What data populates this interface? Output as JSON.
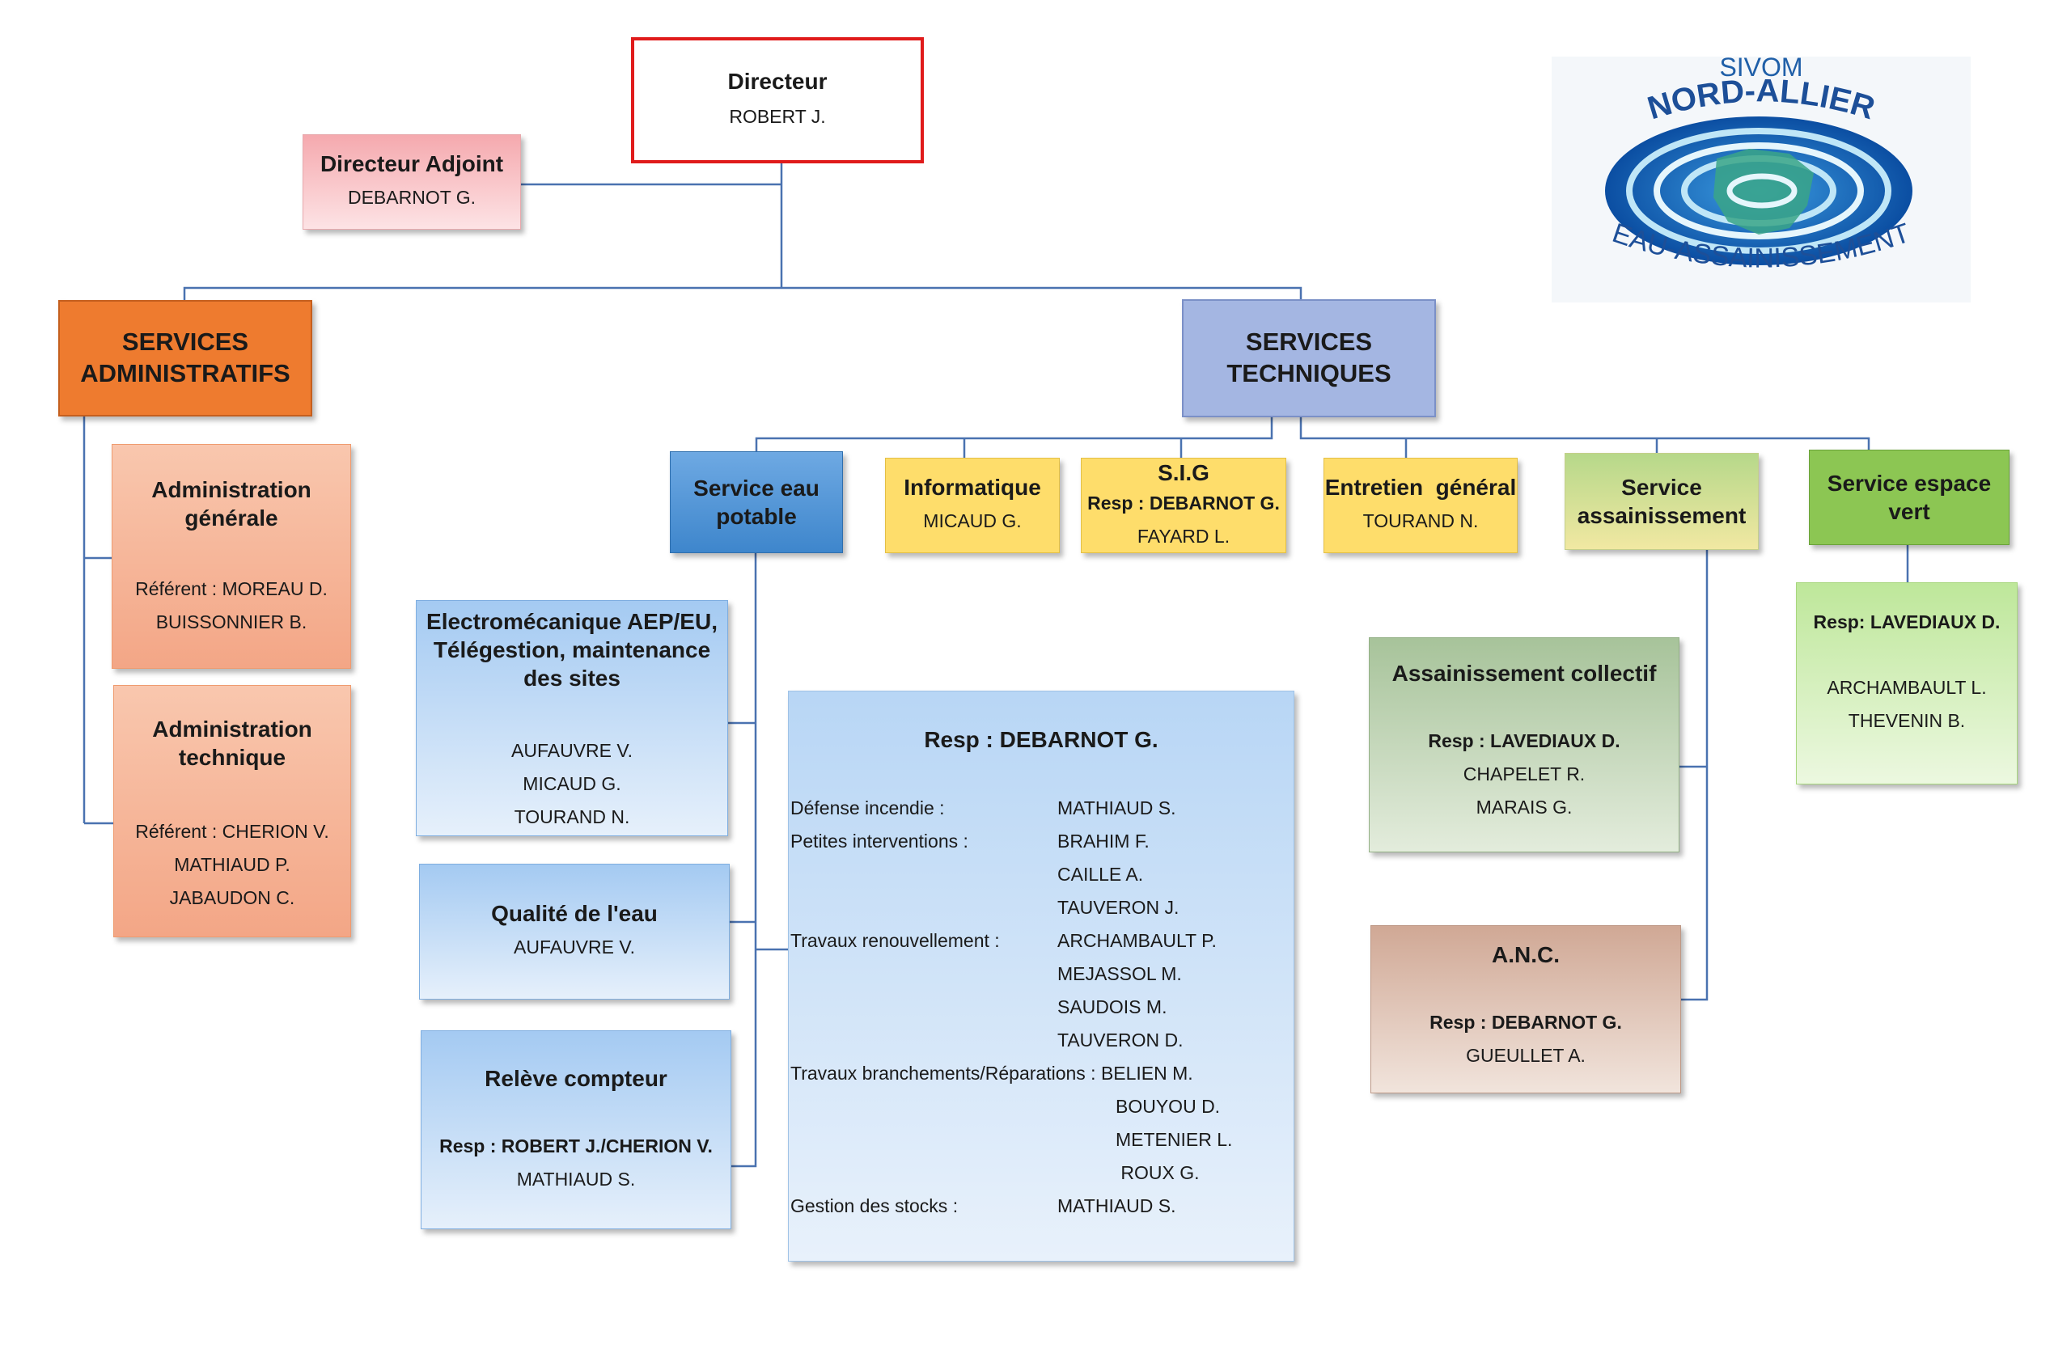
{
  "director": {
    "title": "Directeur",
    "name": "ROBERT J."
  },
  "deputy": {
    "title": "Directeur Adjoint",
    "name": "DEBARNOT G."
  },
  "logo": {
    "line1": "SIVOM",
    "line2": "NORD-ALLIER",
    "line3": "EAU-ASSAINISSEMENT"
  },
  "admin_services": {
    "title_line1": "SERVICES",
    "title_line2": "ADMINISTRATIFS",
    "general": {
      "title_line1": "Administration",
      "title_line2": "générale",
      "ref": "Référent : MOREAU D.",
      "member": "BUISSONNIER B."
    },
    "technical": {
      "title_line1": "Administration",
      "title_line2": "technique",
      "ref": "Référent : CHERION V.",
      "members": [
        "MATHIAUD P.",
        "JABAUDON C."
      ]
    }
  },
  "tech_services": {
    "title_line1": "SERVICES",
    "title_line2": "TECHNIQUES",
    "water": {
      "title_line1": "Service eau",
      "title_line2": "potable"
    },
    "it": {
      "title": "Informatique",
      "name": "MICAUD G."
    },
    "sig": {
      "title": "S.I.G",
      "resp": "Resp : DEBARNOT G.",
      "name": "FAYARD L."
    },
    "maintenance": {
      "title": "Entretien  général",
      "name": "TOURAND N."
    },
    "sanitation": {
      "title_line1": "Service",
      "title_line2": "assainissement"
    },
    "green": {
      "title_line1": "Service espace",
      "title_line2": "vert"
    }
  },
  "electro": {
    "title_line1": "Electromécanique AEP/EU,",
    "title_line2": "Télégestion, maintenance",
    "title_line3": "des sites",
    "members": [
      "AUFAUVRE V.",
      "MICAUD G.",
      "TOURAND N."
    ]
  },
  "quality": {
    "title": "Qualité de l'eau",
    "name": "AUFAUVRE V."
  },
  "meter": {
    "title": "Relève compteur",
    "resp": "Resp : ROBERT J./CHERION V.",
    "name": "MATHIAUD S."
  },
  "water_team": {
    "resp": "Resp : DEBARNOT G.",
    "rows": [
      {
        "label": "Défense incendie :",
        "name": "MATHIAUD S."
      },
      {
        "label": "Petites interventions :",
        "name": "BRAHIM F."
      },
      {
        "label": "",
        "name": "CAILLE A."
      },
      {
        "label": "",
        "name": "TAUVERON J."
      },
      {
        "label": "Travaux renouvellement :",
        "name": "ARCHAMBAULT P."
      },
      {
        "label": "",
        "name": "MEJASSOL M."
      },
      {
        "label": "",
        "name": "SAUDOIS M."
      },
      {
        "label": "",
        "name": "TAUVERON D."
      },
      {
        "label": "Travaux branchements/Réparations : BELIEN M.",
        "name": ""
      },
      {
        "label": "",
        "name2": "BOUYOU D."
      },
      {
        "label": "",
        "name2": "METENIER L."
      },
      {
        "label": "",
        "name2": " ROUX G."
      },
      {
        "label": "Gestion des stocks :",
        "name": "MATHIAUD S."
      }
    ]
  },
  "collective": {
    "title": "Assainissement collectif",
    "resp": "Resp : LAVEDIAUX D.",
    "members": [
      "CHAPELET R.",
      "MARAIS G."
    ]
  },
  "anc": {
    "title": "A.N.C.",
    "resp": "Resp : DEBARNOT G.",
    "name": "GUEULLET A."
  },
  "green_team": {
    "resp": "Resp: LAVEDIAUX D.",
    "members": [
      "ARCHAMBAULT L.",
      "THEVENIN B."
    ]
  },
  "colors": {
    "director_border": "#e01b1b",
    "admin_orange": "#ee7b2f",
    "tech_blue": "#a4b6e2",
    "water_blue": "#3e86cc",
    "yellow": "#fedd6b",
    "green": "#8cc653",
    "connector": "#4a72b0"
  }
}
